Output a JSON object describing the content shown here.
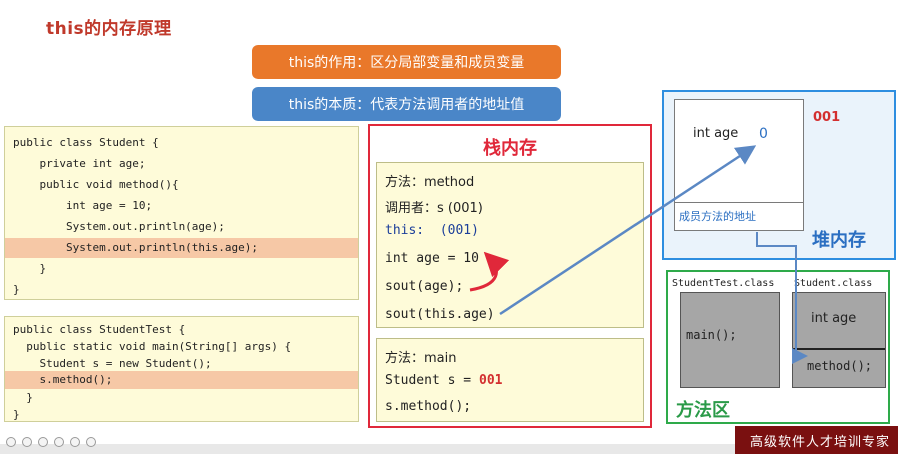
{
  "slide": {
    "title": "this的内存原理",
    "purpose_label": "this的作用：区分局部变量和成员变量",
    "essence_label": "this的本质：代表方法调用者的地址值"
  },
  "code_student": {
    "lines": [
      "public class Student {",
      "    private int age;",
      "    public void method(){",
      "        int age = 10;",
      "        System.out.println(age);",
      "        System.out.println(this.age);",
      "    }",
      "}"
    ],
    "highlight_index": 5
  },
  "code_test": {
    "lines": [
      "public class StudentTest {",
      "  public static void main(String[] args) {",
      "    Student s = new Student();",
      "    s.method();",
      "  }",
      "}"
    ],
    "highlight_index": 3
  },
  "stack": {
    "title": "栈内存",
    "method_frame": {
      "method_line": "方法：method",
      "caller_line": "调用者：s (001)",
      "this_line": "this:  (001)",
      "local_line": "int age = 10",
      "sout1": "sout(age);",
      "sout2": "sout(this.age)"
    },
    "main_frame": {
      "method_line": "方法：main",
      "var_label": "Student s =",
      "var_value": "001",
      "call_line": "s.method();"
    }
  },
  "heap": {
    "title": "堆内存",
    "address": "001",
    "field_name": "int age",
    "field_value": "0",
    "method_addr_label": "成员方法的地址"
  },
  "method_area": {
    "title": "方法区",
    "class_test": {
      "name": "StudentTest.class",
      "method": "main();"
    },
    "class_student": {
      "name": "Student.class",
      "field": "int age",
      "method": "method();"
    }
  },
  "footer": {
    "slogan": "高级软件人才培训专家"
  },
  "colors": {
    "accent_red": "#e0283a",
    "heap_blue": "#2e8ee0",
    "method_green": "#2eaa4a",
    "pill_orange": "#e9782a",
    "pill_blue": "#4a86c8"
  }
}
